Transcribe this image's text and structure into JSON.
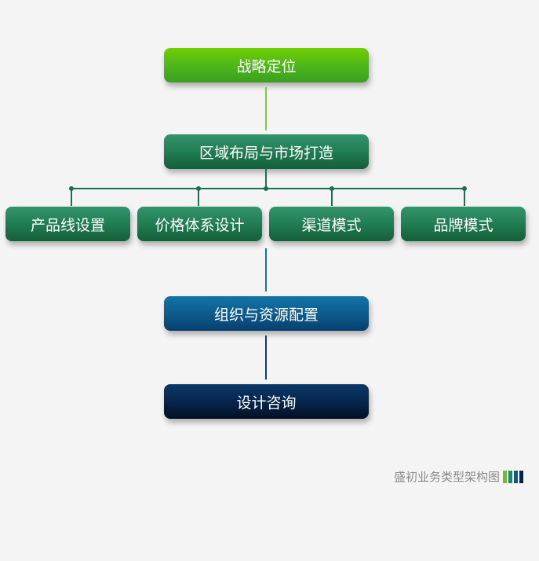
{
  "diagram": {
    "top": {
      "label": "战略定位",
      "color": "#4cb51c"
    },
    "level2": {
      "label": "区域布局与市场打造",
      "color": "#1f7a50"
    },
    "branches": [
      {
        "label": "产品线设置"
      },
      {
        "label": "价格体系设计"
      },
      {
        "label": "渠道模式"
      },
      {
        "label": "品牌模式"
      }
    ],
    "level4": {
      "label": "组织与资源配置",
      "color": "#0c5a8a"
    },
    "level5": {
      "label": "设计咨询",
      "color": "#06244a"
    }
  },
  "caption": {
    "text": "盛初业务类型架构图",
    "bar_colors": [
      "#6fbf2a",
      "#1f8a5a",
      "#0c5a8a",
      "#06244a"
    ]
  }
}
